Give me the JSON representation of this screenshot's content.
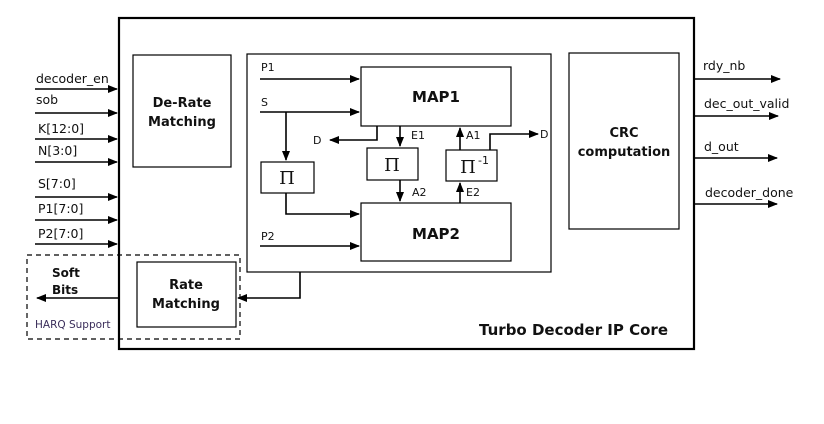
{
  "core": {
    "title": "Turbo Decoder IP Core"
  },
  "blocks": {
    "de_rate_matching": [
      "De-Rate",
      "Matching"
    ],
    "rate_matching": [
      "Rate",
      "Matching"
    ],
    "crc": [
      "CRC",
      "computation"
    ],
    "map1": "MAP1",
    "map2": "MAP2",
    "interleaver_symbol": "Π",
    "deinterleaver_symbol": "Π",
    "deinterleaver_superscript": "-1"
  },
  "inputs": [
    "decoder_en",
    "sob",
    "K[12:0]",
    "N[3:0]",
    "S[7:0]",
    "P1[7:0]",
    "P2[7:0]"
  ],
  "outputs": [
    "rdy_nb",
    "dec_out_valid",
    "d_out",
    "decoder_done"
  ],
  "harq": {
    "label": "HARQ Support",
    "soft_bits": [
      "Soft",
      "Bits"
    ]
  },
  "internal_signals": {
    "p1": "P1",
    "s": "S",
    "p2": "P2",
    "d_left": "D",
    "d_right": "D",
    "e1": "E1",
    "a1": "A1",
    "a2": "A2",
    "e2": "E2"
  }
}
